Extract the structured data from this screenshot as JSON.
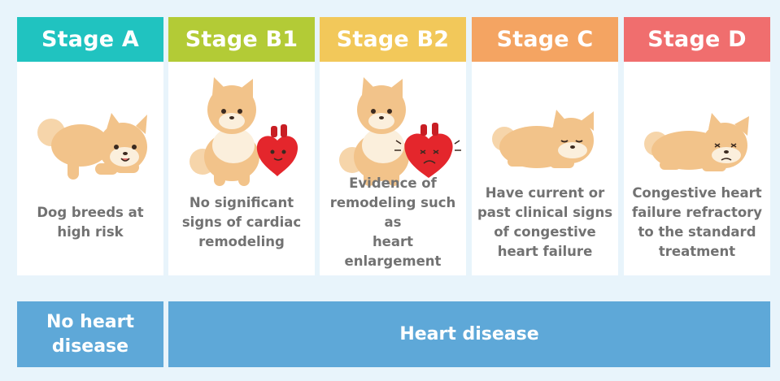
{
  "stages": [
    {
      "title": "Stage A",
      "color": "#20c3c0",
      "description": "Dog breeds at\nhigh risk"
    },
    {
      "title": "Stage B1",
      "color": "#b3cb36",
      "description": "No significant\nsigns of cardiac\nremodeling"
    },
    {
      "title": "Stage B2",
      "color": "#f2c85a",
      "description": "Evidence of\nremodeling such as\nheart enlargement"
    },
    {
      "title": "Stage C",
      "color": "#f4a462",
      "description": "Have current or\npast clinical signs\nof congestive\nheart failure"
    },
    {
      "title": "Stage D",
      "color": "#f06e6e",
      "description": "Congestive heart\nfailure refractory\nto the standard\ntreatment"
    }
  ],
  "categories": {
    "no_disease": "No heart\ndisease",
    "disease": "Heart disease"
  },
  "colors": {
    "background": "#e8f4fb",
    "category_bar": "#5ea8d8",
    "text": "#727272"
  }
}
